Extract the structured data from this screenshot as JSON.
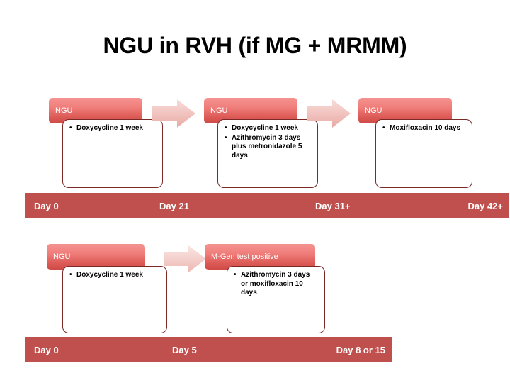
{
  "slide": {
    "title": "NGU in RVH (if MG + MRMM)",
    "accent_red": "#c0504d",
    "chip_red": "#de5d59",
    "arrow_pink": "#f2c6c2",
    "card_border": "#7b2a27"
  },
  "pathway_top": {
    "stages": [
      {
        "header": "NGU",
        "items": [
          "Doxycycline 1 week"
        ]
      },
      {
        "header": "NGU",
        "items": [
          "Doxycycline 1 week",
          "Azithromycin 3 days plus metronidazole 5 days"
        ]
      },
      {
        "header": "NGU",
        "items": [
          "Moxifloxacin 10 days"
        ]
      }
    ],
    "arrows": [
      "arrow-right-icon",
      "arrow-right-icon"
    ],
    "timeline": {
      "labels": [
        "Day 0",
        "Day 21",
        "Day 31+",
        "Day 42+"
      ]
    }
  },
  "pathway_bottom": {
    "stages": [
      {
        "header": "NGU",
        "items": [
          "Doxycycline 1 week"
        ]
      },
      {
        "header": "M-Gen test positive",
        "items": [
          "Azithromycin 3 days or moxifloxacin 10 days"
        ]
      }
    ],
    "arrows": [
      "arrow-right-icon"
    ],
    "timeline": {
      "labels": [
        "Day 0",
        "Day 5",
        "Day 8 or 15"
      ]
    }
  }
}
